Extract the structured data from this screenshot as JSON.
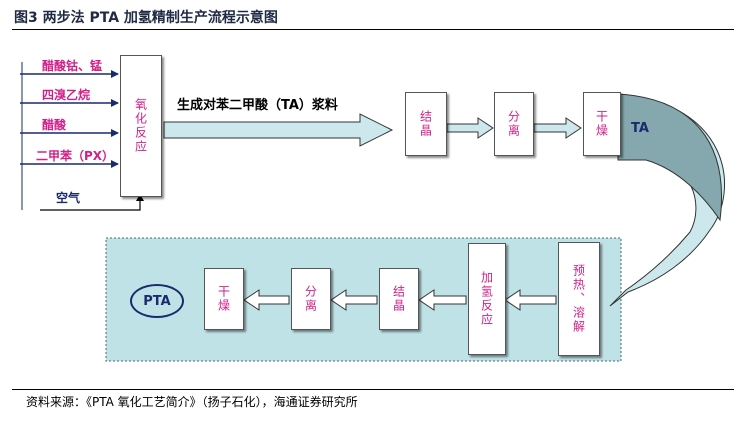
{
  "title": "图3  两步法 PTA 加氢精制生产流程示意图",
  "inputs": {
    "catalyst": "醋酸钴、锰",
    "bromide": "四溴乙烷",
    "acetic_acid": "醋酸",
    "px": "二甲苯（PX）",
    "air": "空气"
  },
  "oxidation_reactor": "氧化反应",
  "flow_label": "生成对苯二甲酸（TA）浆料",
  "stage1": {
    "crystallize": "结晶",
    "separate": "分离",
    "dry": "干燥",
    "ta": "TA"
  },
  "stage2": {
    "preheat_dissolve": "预热、溶解",
    "hydrogenation": "加氢反应",
    "crystallize": "结晶",
    "separate": "分离",
    "dry": "干燥",
    "pta": "PTA"
  },
  "source": "资料来源：《PTA 氧化工艺简介》（扬子石化），海通证券研究所",
  "colors": {
    "arrow_fill": "#cce8ec",
    "panel_fill": "#bfe2e6",
    "curve_dark": "#84a8ad",
    "box_text_pink": "#d0218a",
    "box_text_navy": "#1a2a6e",
    "input_arrow": "#1a2a6e"
  }
}
